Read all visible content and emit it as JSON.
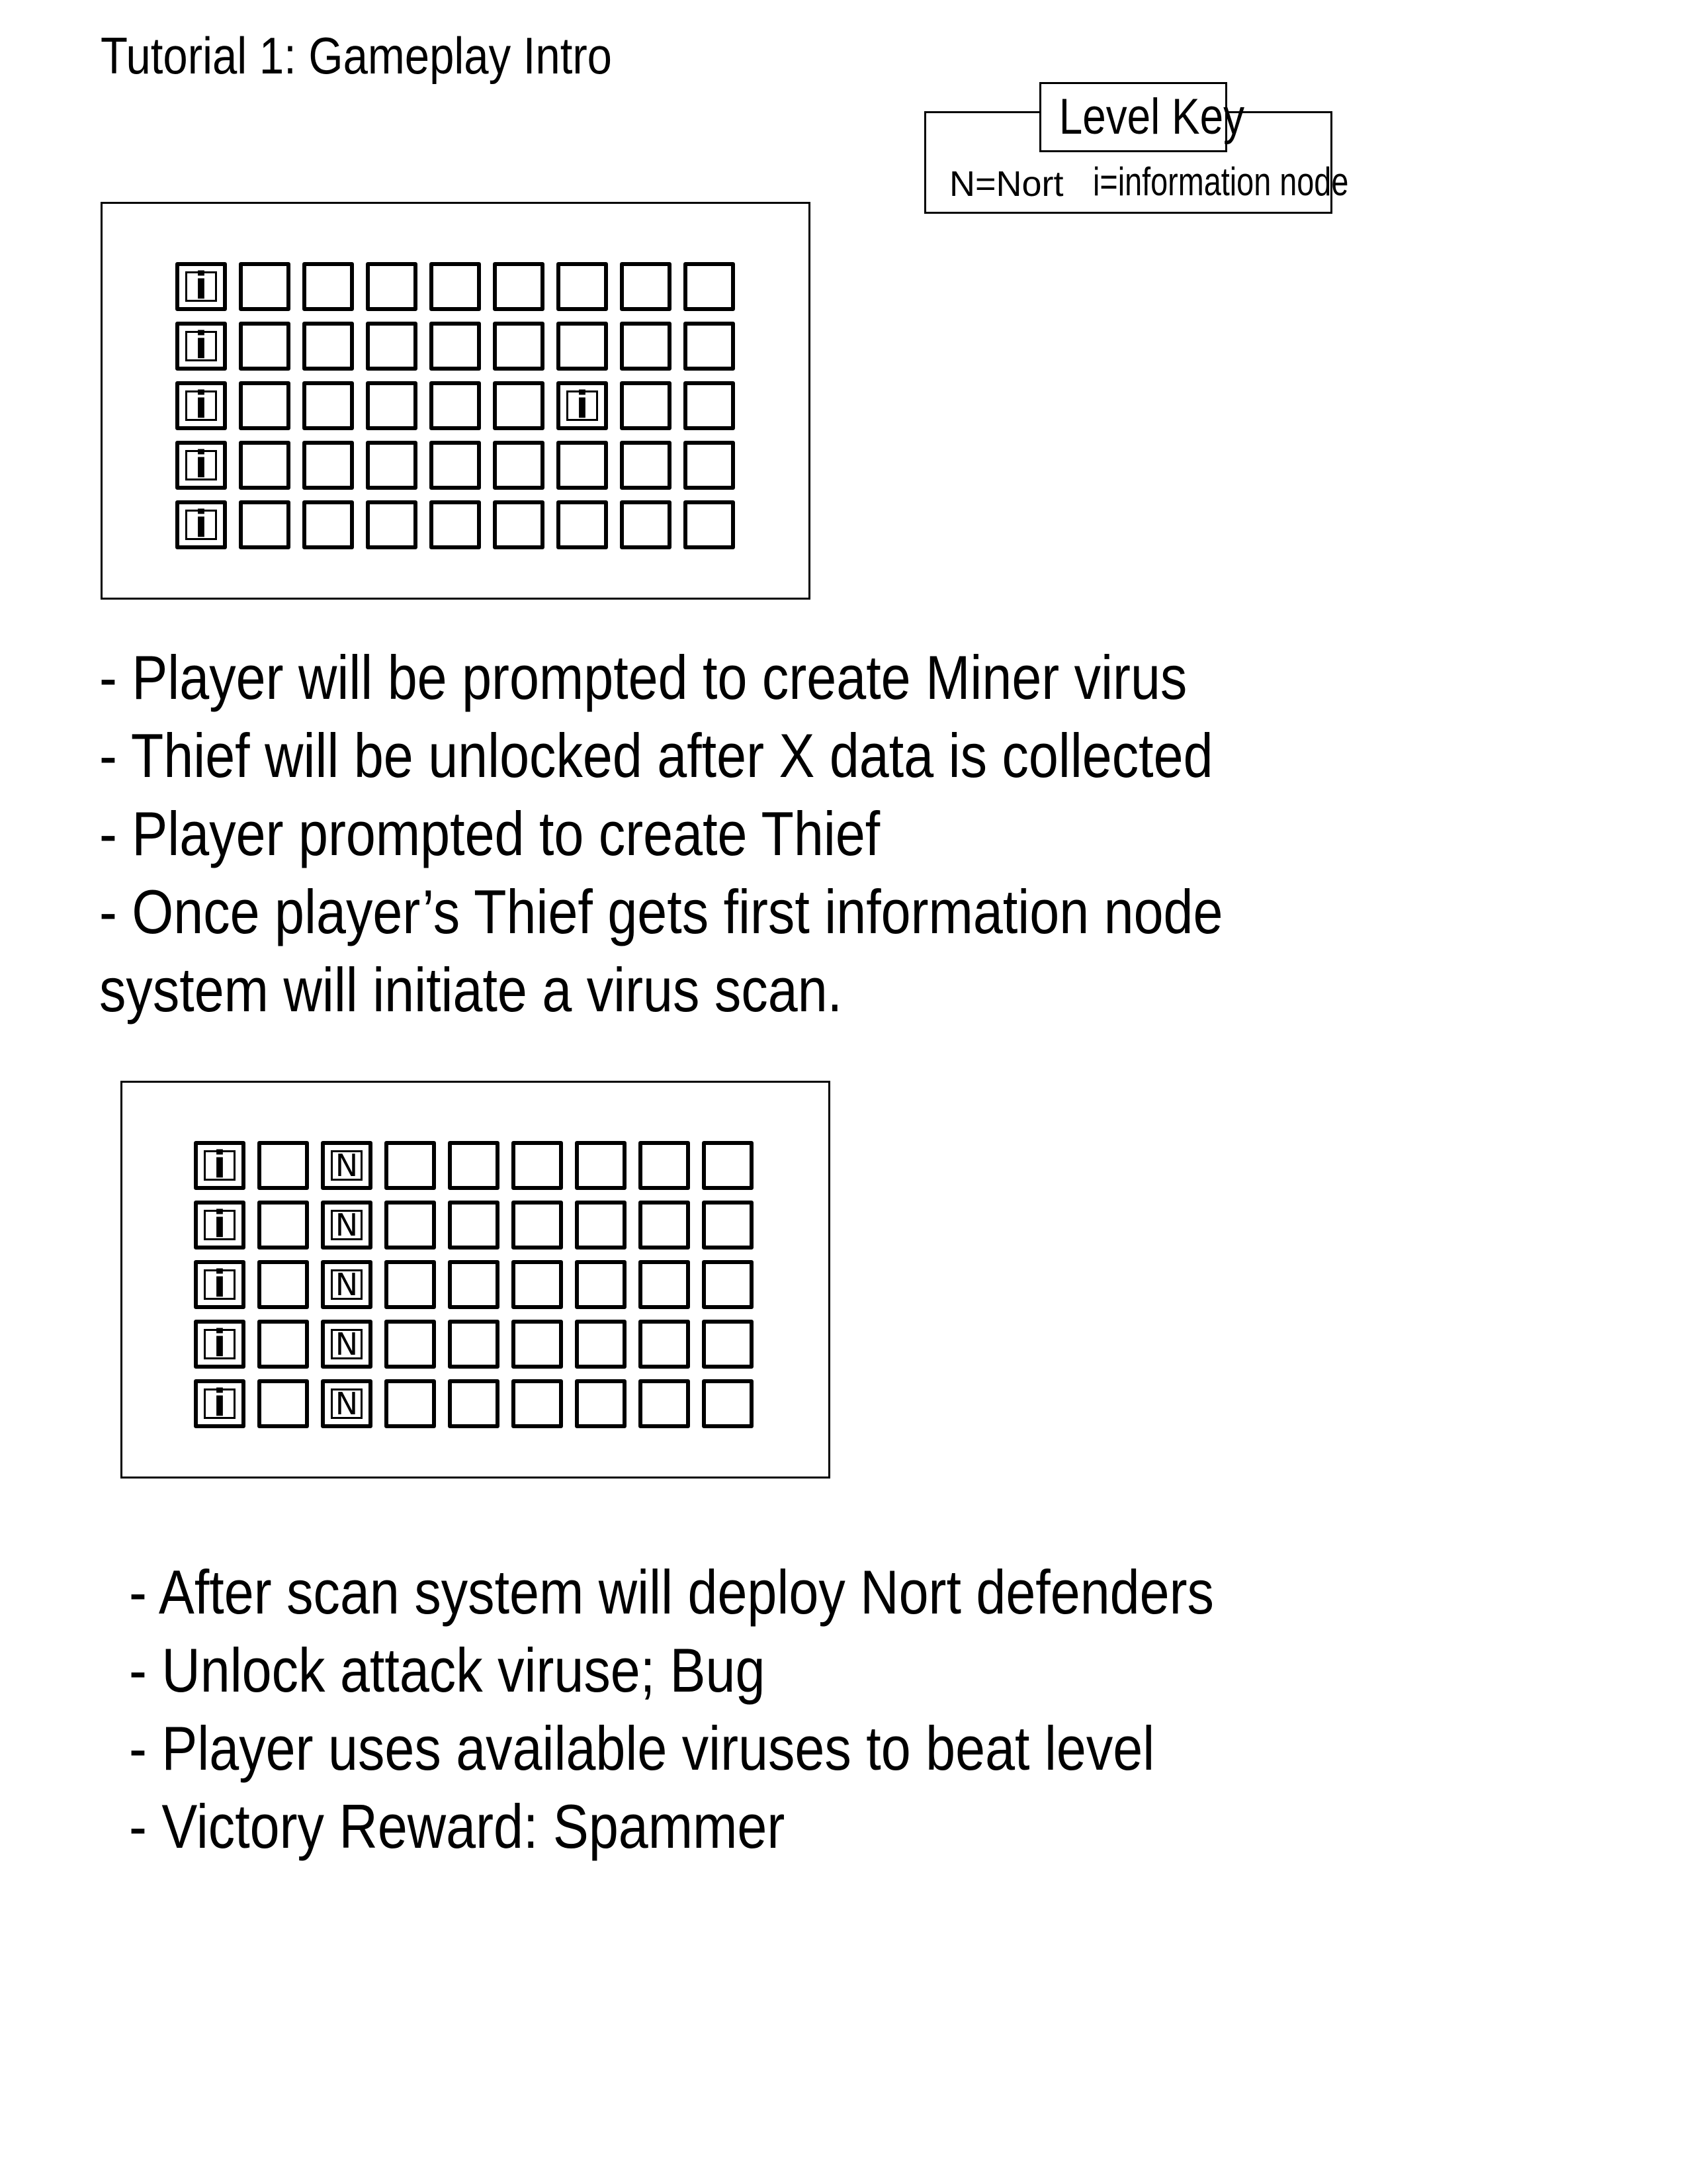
{
  "document": {
    "title": "Tutorial 1: Gameplay Intro"
  },
  "level_key": {
    "title": "Level Key",
    "nort_entry": "N=Nort",
    "info_entry": "i=information node"
  },
  "boards": [
    {
      "rows": 5,
      "cols": 9,
      "cells": [
        [
          "i",
          "",
          "",
          "",
          "",
          "",
          "",
          "",
          ""
        ],
        [
          "i",
          "",
          "",
          "",
          "",
          "",
          "",
          "",
          ""
        ],
        [
          "i",
          "",
          "",
          "",
          "",
          "",
          "i",
          "",
          ""
        ],
        [
          "i",
          "",
          "",
          "",
          "",
          "",
          "",
          "",
          ""
        ],
        [
          "i",
          "",
          "",
          "",
          "",
          "",
          "",
          "",
          ""
        ]
      ]
    },
    {
      "rows": 5,
      "cols": 9,
      "cells": [
        [
          "i",
          "",
          "N",
          "",
          "",
          "",
          "",
          "",
          ""
        ],
        [
          "i",
          "",
          "N",
          "",
          "",
          "",
          "",
          "",
          ""
        ],
        [
          "i",
          "",
          "N",
          "",
          "",
          "",
          "",
          "",
          ""
        ],
        [
          "i",
          "",
          "N",
          "",
          "",
          "",
          "",
          "",
          ""
        ],
        [
          "i",
          "",
          "N",
          "",
          "",
          "",
          "",
          "",
          ""
        ]
      ]
    }
  ],
  "intro_notes": {
    "line_1": "- Player will be prompted to create Miner virus",
    "line_2": "- Thief will be unlocked after X data is collected",
    "line_3": "- Player prompted to create Thief",
    "line_4": "- Once player’s Thief gets first information node",
    "line_5": "system will initiate a virus scan."
  },
  "scan_notes": {
    "line_1": "- After scan system will deploy Nort defenders",
    "line_2": "- Unlock attack viruse; Bug",
    "line_3": "- Player uses available viruses to beat level",
    "line_4": "- Victory Reward: Spammer"
  }
}
